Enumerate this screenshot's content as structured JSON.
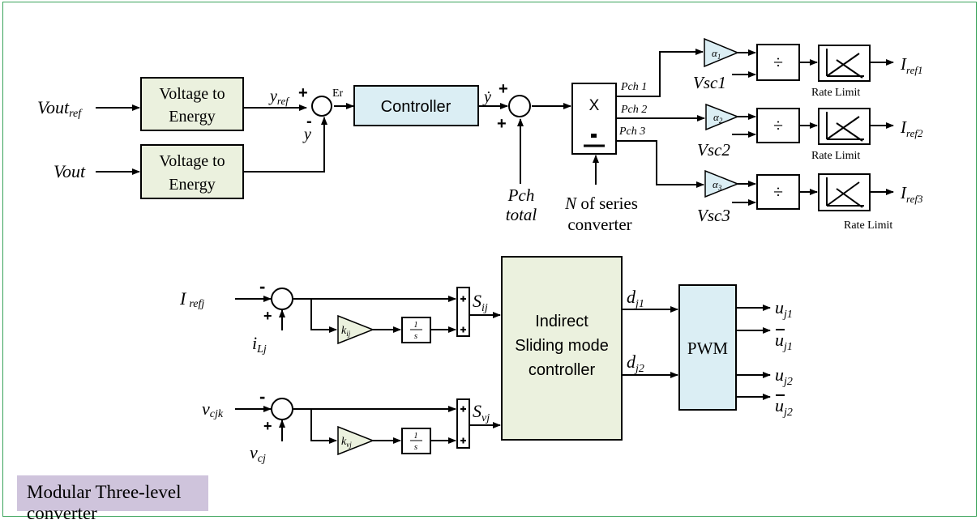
{
  "top": {
    "vout_ref": "Vout",
    "vout_ref_sub": "ref",
    "vout": "Vout",
    "v2e_line1": "Voltage to",
    "v2e_line2": "Energy",
    "y_ref": "y",
    "y_ref_sub": "ref",
    "plus": "+",
    "minus": "-",
    "y": "y",
    "er": "Er",
    "controller": "Controller",
    "ydot": "ẏ",
    "pch_total_1": "Pch",
    "pch_total_2": "total",
    "mult": "X",
    "div_dot": "·",
    "n_series_n": "N",
    "n_series_rest": " of series",
    "n_series_2": "converter",
    "pch1": "Pch 1",
    "pch2": "Pch 2",
    "pch3": "Pch 3",
    "alpha1": "α",
    "alpha1_sub": "1",
    "alpha2": "α",
    "alpha2_sub": "2",
    "alpha3": "α",
    "alpha3_sub": "3",
    "vsc1": "Vsc1",
    "vsc2": "Vsc2",
    "vsc3": "Vsc3",
    "div": "÷",
    "rate_limit": "Rate Limit",
    "iref": "I",
    "iref1_sub": "ref1",
    "iref2_sub": "ref2",
    "iref3_sub": "ref3"
  },
  "bottom": {
    "irefj": "I",
    "irefj_sub": "refj",
    "iLj": "i",
    "iLj_sub": "Lj",
    "vcjk": "v",
    "vcjk_sub": "cjk",
    "vcj": "v",
    "vcj_sub": "cj",
    "kij": "k",
    "kij_sub": "ij",
    "kvj": "k",
    "kvj_sub": "vj",
    "int_num": "1",
    "int_den": "s",
    "sij": "S",
    "sij_sub": "ij",
    "svj": "S",
    "svj_sub": "vj",
    "ismc_1": "Indirect",
    "ismc_2": "Sliding mode",
    "ismc_3": "controller",
    "dj1": "d",
    "dj1_sub": "j1",
    "dj2": "d",
    "dj2_sub": "j2",
    "pwm": "PWM",
    "u": "u",
    "uj1_sub": "j1",
    "uj2_sub": "j2"
  },
  "caption": "Modular Three-level converter",
  "colors": {
    "green_block": "#ebf1de",
    "blue_block": "#dbeef4",
    "caption_bg": "#cfc4dc",
    "frame": "#3aa35a"
  }
}
